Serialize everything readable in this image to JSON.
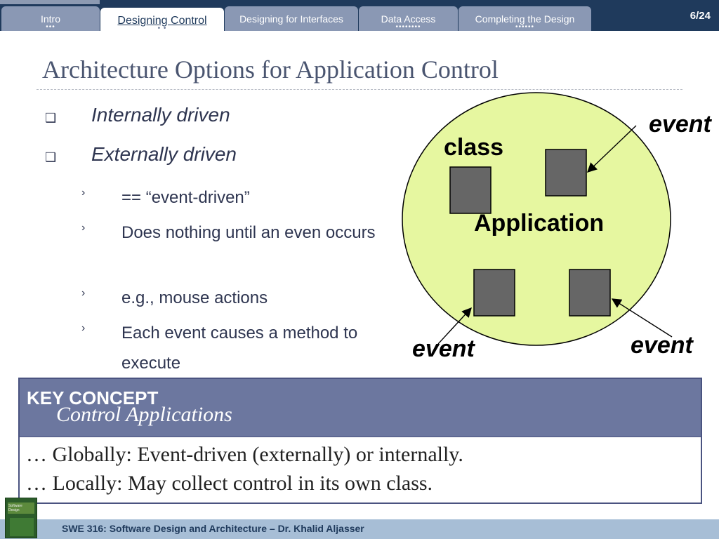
{
  "nav": {
    "tabs": [
      {
        "label": "Intro",
        "dots": "•••"
      },
      {
        "label": "Designing Control",
        "dots": "•\n •"
      },
      {
        "label": "Designing for Interfaces",
        "dots": ""
      },
      {
        "label": "Data Access",
        "dots": "••••••••"
      },
      {
        "label": "Completing the Design",
        "dots": "••••••"
      }
    ],
    "active_tab": 1,
    "page_indicator": "6/24"
  },
  "slide": {
    "title": "Architecture Options for Application Control",
    "bullets": [
      {
        "text": "Internally driven",
        "marker": "❑"
      },
      {
        "text": "Externally driven",
        "marker": "❑",
        "sub": [
          {
            "text": "== “event-driven”",
            "marker": "›"
          },
          {
            "text": "Does nothing until an even occurs",
            "marker": "›"
          },
          {
            "text": "e.g., mouse actions",
            "marker": "›"
          },
          {
            "text": "Each event causes a method to execute",
            "marker": "›"
          }
        ]
      }
    ]
  },
  "diagram": {
    "app_label": "Application",
    "class_label": "class",
    "event_labels": [
      "event",
      "event",
      "event"
    ],
    "colors": {
      "ellipse": "#e6f7a0",
      "square": "#666666"
    }
  },
  "key_concept": {
    "label": "KEY CONCEPT",
    "subtitle": "Control Applications",
    "lines": [
      "… Globally: Event-driven (externally) or internally.",
      "… Locally: May collect control in its own class."
    ]
  },
  "footer": {
    "text": "SWE 316: Software Design and Architecture – Dr. Khalid Aljasser",
    "book_caption": "Software Design"
  }
}
